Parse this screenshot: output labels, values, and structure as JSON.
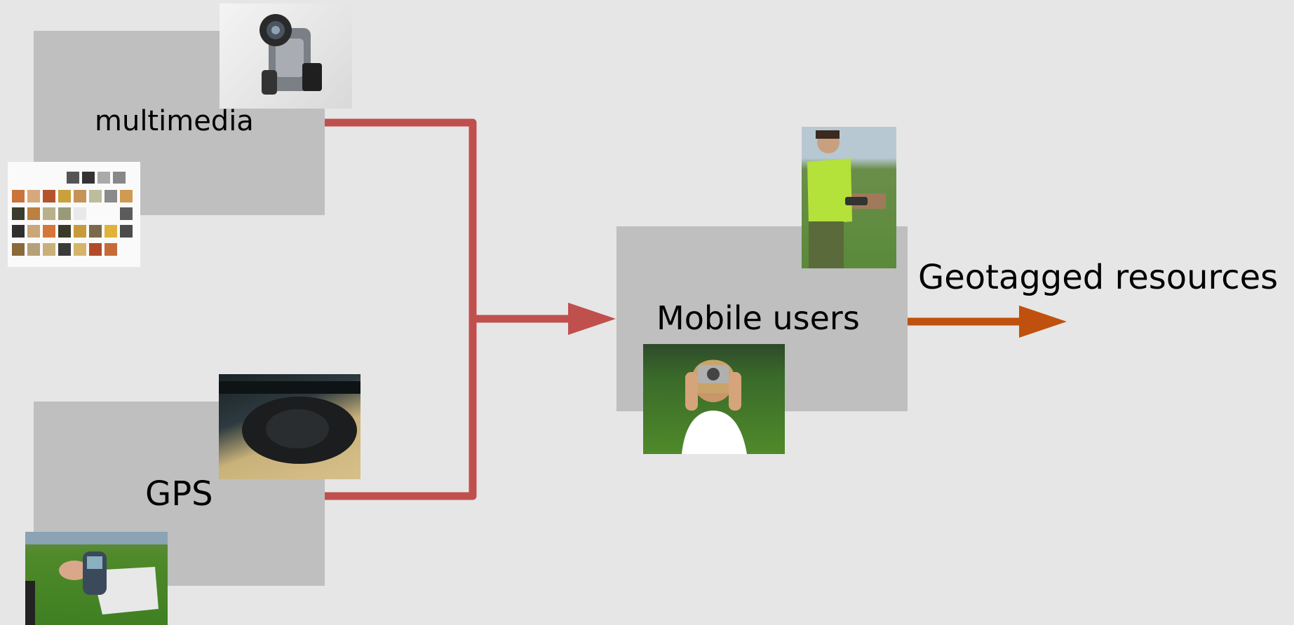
{
  "nodes": {
    "multimedia": {
      "label": "multimedia"
    },
    "gps": {
      "label": "GPS"
    },
    "mobile_users": {
      "label": "Mobile users"
    }
  },
  "output": {
    "label": "Geotagged resources"
  },
  "colors": {
    "background": "#e6e6e6",
    "box": "#bfbfbf",
    "connector": "#c0504d",
    "output_arrow": "#c0500d"
  },
  "images": [
    "camcorder-photo",
    "photo-grid-thumbnail",
    "gps-receiver-device-photo",
    "handheld-gps-in-field-photo",
    "field-worker-with-pda-photo",
    "woman-taking-photo-photo"
  ]
}
